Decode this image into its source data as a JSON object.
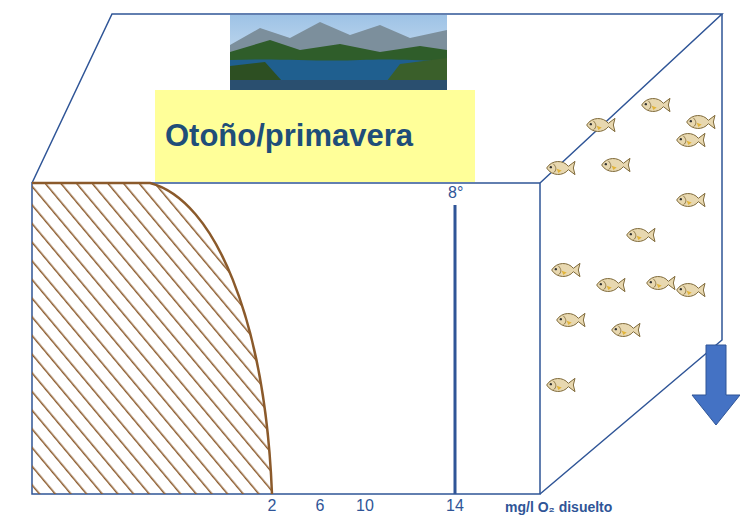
{
  "diagram": {
    "nodes": [
      {
        "text": [
          "Otoño/primavera"
        ]
      }
    ],
    "labels": [
      "8°",
      "2",
      "6",
      "10",
      "14",
      "mg/l O₂ disuelto"
    ]
  }
}
